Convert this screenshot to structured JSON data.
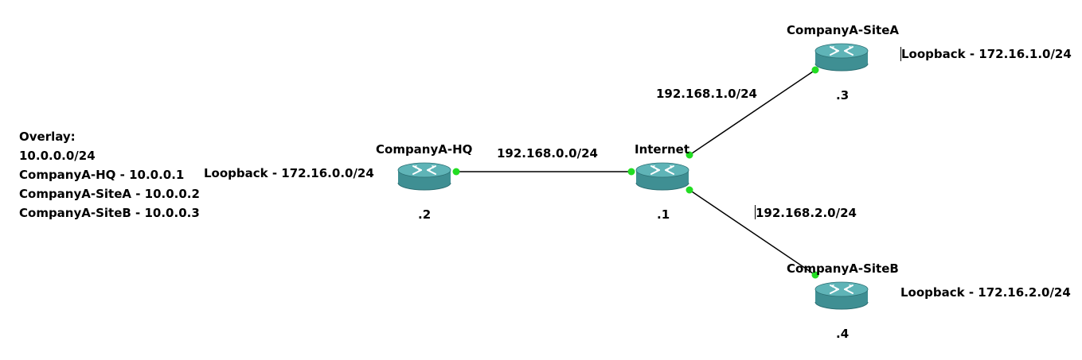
{
  "colors": {
    "router_body": "#3f8f93",
    "router_top": "#5fb4b7",
    "router_shadow": "#2b6f73",
    "link_line": "#000000",
    "port_dot": "#22dd22",
    "text": "#000000"
  },
  "overlay_note": {
    "lines": [
      "Overlay:",
      "10.0.0.0/24",
      "CompanyA-HQ - 10.0.0.1",
      "CompanyA-SiteA - 10.0.0.2",
      "CompanyA-SiteB - 10.0.0.3"
    ]
  },
  "nodes": {
    "hq": {
      "name": "CompanyA-HQ",
      "ip_suffix": ".2",
      "loopback": "Loopback - 172.16.0.0/24",
      "icon": "router-icon"
    },
    "internet": {
      "name": "Internet",
      "ip_suffix": ".1",
      "icon": "router-icon"
    },
    "sitea": {
      "name": "CompanyA-SiteA",
      "ip_suffix": ".3",
      "loopback": "Loopback - 172.16.1.0/24",
      "icon": "router-icon"
    },
    "siteb": {
      "name": "CompanyA-SiteB",
      "ip_suffix": ".4",
      "loopback": "Loopback - 172.16.2.0/24",
      "icon": "router-icon"
    }
  },
  "links": {
    "hq_internet": {
      "subnet": "192.168.0.0/24"
    },
    "internet_sitea": {
      "subnet": "192.168.1.0/24"
    },
    "internet_siteb": {
      "subnet": "192.168.2.0/24"
    }
  }
}
